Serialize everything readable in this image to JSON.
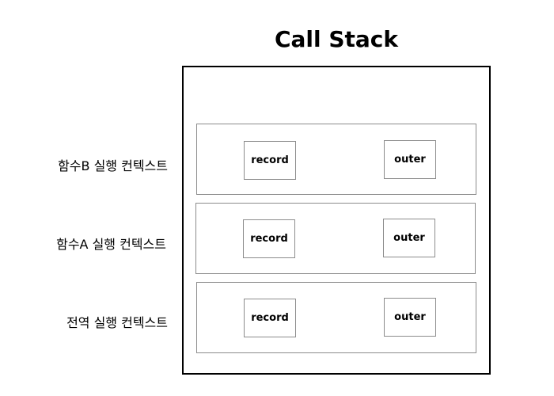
{
  "title": "Call Stack",
  "contexts": [
    {
      "label": "함수B 실행 컨텍스트",
      "record": "record",
      "outer": "outer"
    },
    {
      "label": "함수A 실행 컨텍스트",
      "record": "record",
      "outer": "outer"
    },
    {
      "label": "전역 실행 컨텍스트",
      "record": "record",
      "outer": "outer"
    }
  ],
  "colors": {
    "stack_border": "#000000",
    "frame_border": "#8c8c8c"
  }
}
